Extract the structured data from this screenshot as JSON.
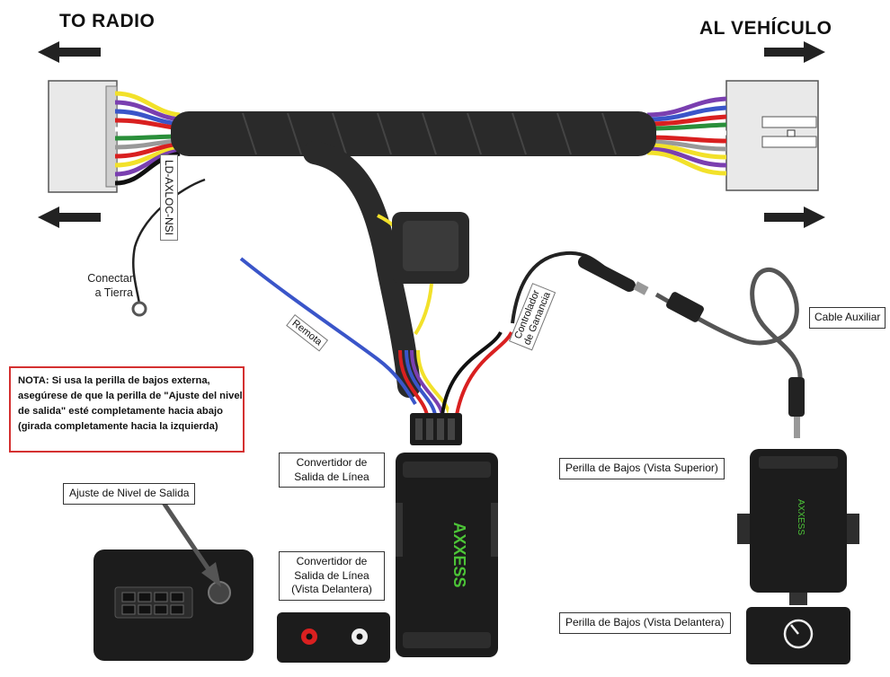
{
  "headers": {
    "to_radio": "TO RADIO",
    "al_vehiculo": "AL VEHÍCULO"
  },
  "harness_label": "LD-AXLOC-NSI",
  "labels": {
    "ground": [
      "Conectar",
      "a Tierra"
    ],
    "remote": "Remota",
    "gain": [
      "Controlador",
      "de Ganancia"
    ],
    "aux_cable": "Cable Auxiliar"
  },
  "note": {
    "lines": [
      "NOTA: Si usa la perilla de bajos externa,",
      "asegúrese de que la perilla de \"Ajuste del nivel",
      "de salida\" esté completamente hacia abajo",
      "(girada completamente hacia la izquierda)"
    ]
  },
  "callouts": {
    "output_level": "Ajuste de Nivel de Salida",
    "line_out": [
      "Convertidor de",
      "Salida de Línea"
    ],
    "line_out_front": [
      "Convertidor de",
      "Salida de Línea",
      "(Vista Delantera)"
    ],
    "bass_top": "Perilla de Bajos (Vista Superior)",
    "bass_front": "Perilla de Bajos (Vista Delantera)"
  },
  "brand": "AXXESS",
  "colors": {
    "note_border": "#d43030",
    "brand_green": "#4cc437",
    "wire_red": "#d92020",
    "wire_yellow": "#f2e12a",
    "wire_blue": "#3a55c9",
    "wire_violet": "#7a3fb0"
  },
  "icons": [
    "arrow-left-icon",
    "arrow-right-icon",
    "rca-jack-icon",
    "knob-icon"
  ]
}
